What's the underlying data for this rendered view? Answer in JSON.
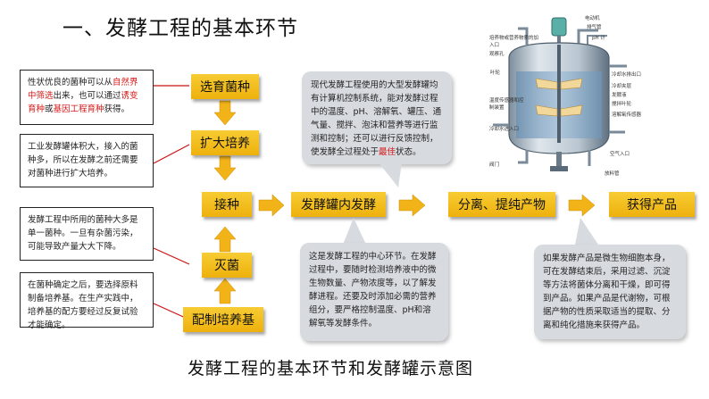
{
  "title": "一、发酵工程的基本环节",
  "caption": "发酵工程的基本环节和发酵罐示意图",
  "steps": {
    "select": "选育菌种",
    "expand": "扩大培养",
    "inoculate": "接种",
    "sterilize": "灭菌",
    "medium": "配制培养基",
    "ferment": "发酵罐内发酵",
    "separate": "分离、提纯产物",
    "product": "获得产品"
  },
  "notes": {
    "select": {
      "p1": "性状优良的菌种可以从",
      "r1": "自然界中筛选",
      "p2": "出来，也可以通过",
      "r2": "诱变育种",
      "p3": "或",
      "r3": "基因工程育种",
      "p4": "获得。"
    },
    "expand": "工业发酵罐体积大，接入的菌种多，所以在发酵之前还需要对菌种进行扩大培养。",
    "sterilize": "发酵工程中所用的菌种大多是单一菌种。一旦有杂菌污染，可能导致产量大大下降。",
    "medium": "在菌种确定之后，要选择原料制备培养基。在生产实践中，培养基的配方要经过反复试验才能确定。"
  },
  "bubbles": {
    "tank": {
      "text": "现代发酵工程使用的大型发酵罐均有计算机控制系统，能对发酵过程中的温度、pH、溶解氧、罐压、通气量、搅拌、泡沫和营养等进行监测和控制；还可以进行反馈控制，使发酵全过程处于",
      "red": "最佳",
      "tail": "状态。"
    },
    "center": "这是发酵工程的中心环节。在发酵过程中，要随时检测培养液中的微生物数量、产物浓度等，以了解发酵进程。还要及时添加必需的营养组分，要严格控制温度、pH和溶解氧等发酵条件。",
    "product": "如果发酵产品是微生物细胞本身，可在发酵结束后，采用过滤、沉淀等方法将菌体分离和干燥，即可得到产品。如果产品是代谢物，可根据产物的性质采取适当的提取、分离和纯化措施来获得产品。"
  },
  "tank_labels": {
    "motor": "电动机",
    "exhaust": "排气管",
    "ph": "pH 计",
    "feed": "培养物或营养物质的加入口",
    "window": "观察孔",
    "impeller": "叶轮",
    "cool_out": "冷却水排出口",
    "cool_jacket": "冷却夹层",
    "liquid": "发酵液",
    "stir": "搅拌叶轮",
    "temp": "温度传感器和控制装置",
    "dissolved": "溶解氧传感器",
    "cool_in": "冷却水进入口",
    "air_in": "空气入口",
    "valve": "阀门",
    "discharge": "放料管"
  }
}
